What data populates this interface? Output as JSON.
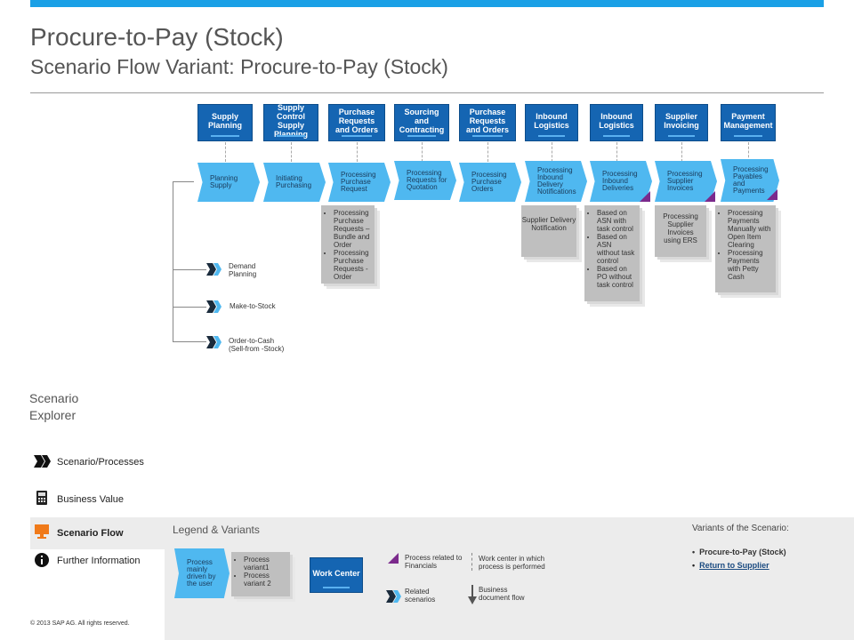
{
  "header": {
    "title": "Procure-to-Pay (Stock)",
    "subtitle": "Scenario Flow Variant: Procure-to-Pay (Stock)"
  },
  "work_centers": [
    {
      "label": "Supply Planning"
    },
    {
      "label": "Supply Control Supply Planning"
    },
    {
      "label": "Purchase Requests and Orders"
    },
    {
      "label": "Sourcing and Contracting"
    },
    {
      "label": "Purchase Requests and Orders"
    },
    {
      "label": "Inbound Logistics"
    },
    {
      "label": "Inbound Logistics"
    },
    {
      "label": "Supplier Invoicing"
    },
    {
      "label": "Payment Management"
    }
  ],
  "processes": [
    {
      "label": "Planning Supply"
    },
    {
      "label": "Initiating Purchasing"
    },
    {
      "label": "Processing Purchase Request"
    },
    {
      "label": "Processing Requests for Quotation"
    },
    {
      "label": "Processing Purchase Orders"
    },
    {
      "label": "Processing Inbound Delivery Notifications"
    },
    {
      "label": "Processing Inbound Deliveries"
    },
    {
      "label": "Processing Supplier Invoices"
    },
    {
      "label": "Processing Payables and Payments"
    }
  ],
  "variants": {
    "purchase_request": [
      "Processing Purchase Requests – Bundle and Order",
      "Processing Purchase Requests - Order"
    ],
    "delivery_notification": "Supplier Delivery Notification",
    "inbound_deliveries": [
      "Based on ASN with task control",
      "Based on ASN without task control",
      "Based on PO without task control"
    ],
    "supplier_invoices": "Processing Supplier Invoices using ERS",
    "payments": [
      "Processing Payments Manually with Open Item Clearing",
      "Processing Payments with Petty Cash"
    ]
  },
  "related_scenarios": [
    {
      "label": "Demand Planning"
    },
    {
      "label": "Make-to-Stock"
    },
    {
      "label": "Order-to-Cash (Sell-from -Stock)"
    }
  ],
  "sidebar": {
    "heading": "Scenario Explorer",
    "items": [
      {
        "label": "Scenario/Processes",
        "icon": "double-chevron-icon"
      },
      {
        "label": "Business Value",
        "icon": "calculator-icon"
      },
      {
        "label": "Scenario Flow",
        "icon": "monitor-icon",
        "selected": true
      },
      {
        "label": "Further Information",
        "icon": "info-icon"
      }
    ],
    "copyright": "© 2013 SAP AG. All rights reserved."
  },
  "legend": {
    "title": "Legend & Variants",
    "user_process": "Process mainly driven by the user",
    "variants": [
      "Process variant1",
      "Process variant 2"
    ],
    "work_center": "Work Center",
    "financials": "Process related to Financials",
    "related": "Related scenarios",
    "work_center_note": "Work center in which process is performed",
    "doc_flow": "Business document flow"
  },
  "scenario_variants": {
    "heading": "Variants of the Scenario:",
    "items": [
      {
        "label": "Procure-to-Pay (Stock)",
        "link": false
      },
      {
        "label": "Return to Supplier",
        "link": true
      }
    ]
  },
  "colors": {
    "accent": "#1aa0e6",
    "work_center": "#1565b2",
    "process": "#4fb8f0",
    "financials": "#7b2a8c"
  }
}
